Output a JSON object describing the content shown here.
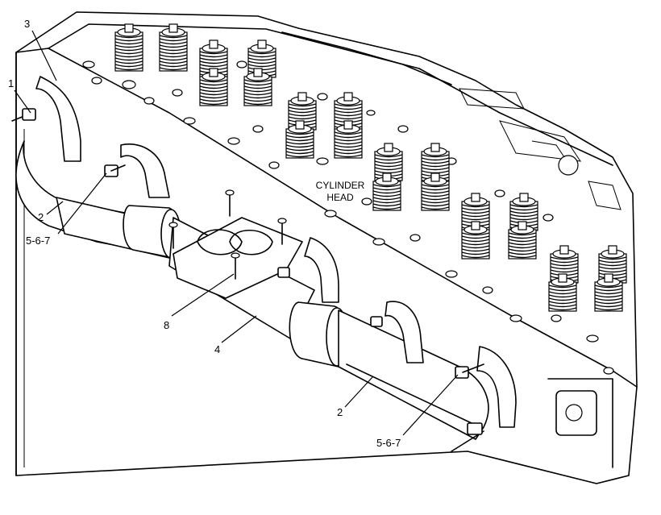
{
  "labels": {
    "cylinder_head_line1": "CYLINDER",
    "cylinder_head_line2": "HEAD"
  },
  "callouts": [
    {
      "id": "c3",
      "text": "3"
    },
    {
      "id": "c1",
      "text": "1"
    },
    {
      "id": "c2a",
      "text": "2"
    },
    {
      "id": "c567a",
      "text": "5-6-7"
    },
    {
      "id": "c8",
      "text": "8"
    },
    {
      "id": "c4",
      "text": "4"
    },
    {
      "id": "c2b",
      "text": "2"
    },
    {
      "id": "c567b",
      "text": "5-6-7"
    }
  ],
  "colors": {
    "line": "#000000",
    "paper": "#ffffff"
  }
}
